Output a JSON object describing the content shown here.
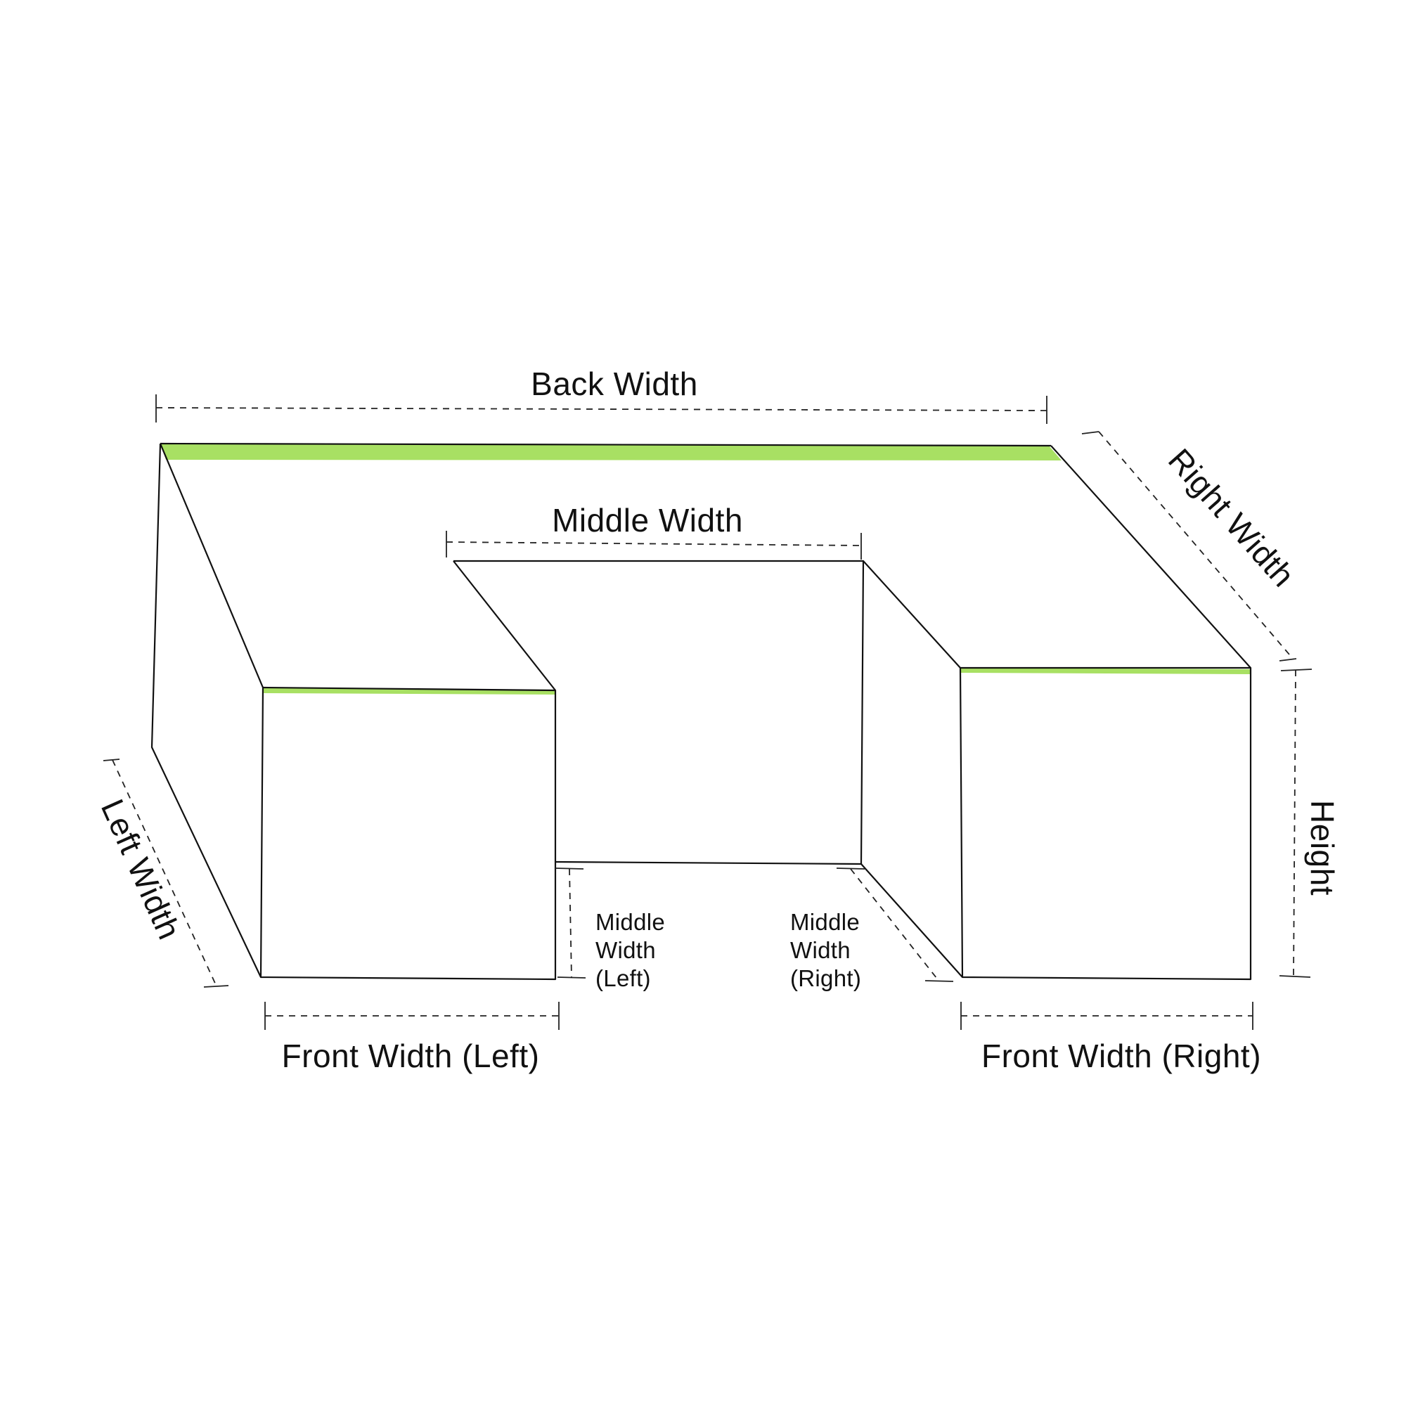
{
  "colors": {
    "accent": "#a8e063",
    "outline": "#111111",
    "background": "#ffffff"
  },
  "labels": {
    "back_width": "Back Width",
    "middle_width": "Middle Width",
    "right_width": "Right Width",
    "left_width": "Left Width",
    "height": "Height",
    "front_width_left": "Front Width (Left)",
    "front_width_right": "Front Width (Right)",
    "middle_width_left": [
      "Middle",
      "Width",
      "(Left)"
    ],
    "middle_width_right": [
      "Middle",
      "Width",
      "(Right)"
    ]
  }
}
